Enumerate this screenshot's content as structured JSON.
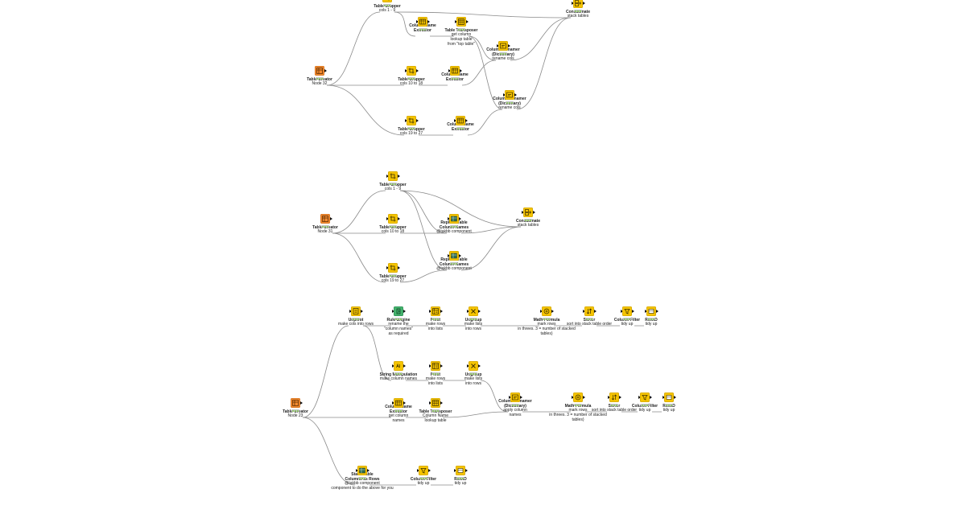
{
  "colors": {
    "background": "#ffffff",
    "link": "#8a8a8a",
    "node_default": "#f5c400",
    "node_source": "#f28a30",
    "node_manipulator": "#44b36d",
    "node_component": "#c9b98a"
  },
  "workflows": [
    {
      "nodes": [
        {
          "id": "w1_creator",
          "title": "Table Creator",
          "label": "Node 32",
          "icon": "table-creator-icon",
          "kind": "source"
        },
        {
          "id": "w1_crop1",
          "title": "Table Cropper",
          "label": "cols 1 - 9",
          "icon": "cropper-icon",
          "kind": "default"
        },
        {
          "id": "w1_cne1",
          "title": "Column Name\nExtractor",
          "label": "",
          "icon": "column-extractor-icon",
          "kind": "default"
        },
        {
          "id": "w1_transpose",
          "title": "Table Transposer",
          "label": "get column\nlookup table\nfrom \"top table\"",
          "icon": "transpose-icon",
          "kind": "default"
        },
        {
          "id": "w1_rename1",
          "title": "Column Renamer\n(Dictionary)",
          "label": "rename cols",
          "icon": "renamer-icon",
          "kind": "default"
        },
        {
          "id": "w1_concat",
          "title": "Concatenate",
          "label": "stack tables",
          "icon": "concatenate-icon",
          "kind": "default"
        },
        {
          "id": "w1_crop2",
          "title": "Table Cropper",
          "label": "cols 10 to 18",
          "icon": "cropper-icon",
          "kind": "default"
        },
        {
          "id": "w1_cne2",
          "title": "Column Name\nExtractor",
          "label": "",
          "icon": "column-extractor-icon",
          "kind": "default"
        },
        {
          "id": "w1_rename2",
          "title": "Column Renamer\n(Dictionary)",
          "label": "rename cols",
          "icon": "renamer-icon",
          "kind": "default"
        },
        {
          "id": "w1_crop3",
          "title": "Table Cropper",
          "label": "cols 19 to 27",
          "icon": "cropper-icon",
          "kind": "default"
        },
        {
          "id": "w1_cne3",
          "title": "Column Name\nExtractor",
          "label": "",
          "icon": "column-extractor-icon",
          "kind": "default"
        }
      ]
    },
    {
      "nodes": [
        {
          "id": "w2_creator",
          "title": "Table Creator",
          "label": "Node 31",
          "icon": "table-creator-icon",
          "kind": "source"
        },
        {
          "id": "w2_crop1",
          "title": "Table Cropper",
          "label": "cols 1 - 9",
          "icon": "cropper-icon",
          "kind": "default"
        },
        {
          "id": "w2_crop2",
          "title": "Table Cropper",
          "label": "cols 10 to 18",
          "icon": "cropper-icon",
          "kind": "default"
        },
        {
          "id": "w2_crop3",
          "title": "Table Cropper",
          "label": "cols 19 to 27",
          "icon": "cropper-icon",
          "kind": "default"
        },
        {
          "id": "w2_replace1",
          "title": "Replace Table\nColumn Names",
          "label": "@takbb component",
          "icon": "component-icon",
          "kind": "component"
        },
        {
          "id": "w2_replace2",
          "title": "Replace Table\nColumn Names",
          "label": "@takbb component",
          "icon": "component-icon",
          "kind": "component"
        },
        {
          "id": "w2_concat",
          "title": "Concatenate",
          "label": "stack tables",
          "icon": "concatenate-icon",
          "kind": "default"
        }
      ]
    },
    {
      "nodes": [
        {
          "id": "w3_creator",
          "title": "Table Creator",
          "label": "Node 23",
          "icon": "table-creator-icon",
          "kind": "source"
        },
        {
          "id": "w3_unpivot",
          "title": "Unpivot",
          "label": "make cols into rows",
          "icon": "unpivot-icon",
          "kind": "default"
        },
        {
          "id": "w3_rule",
          "title": "Rule Engine",
          "label": "rename the\n\"column names\"\nas required",
          "icon": "rule-engine-icon",
          "kind": "manipulator"
        },
        {
          "id": "w3_pivot1",
          "title": "Pivot",
          "label": "make rows\ninto lists",
          "icon": "pivot-icon",
          "kind": "default"
        },
        {
          "id": "w3_ungroup1",
          "title": "Ungroup",
          "label": "make lists\ninto rows",
          "icon": "ungroup-icon",
          "kind": "default"
        },
        {
          "id": "w3_math1",
          "title": "Math Formula",
          "label": "mark rows\nin threes. 3 = number of stacked\ntables)",
          "icon": "math-formula-icon",
          "kind": "default"
        },
        {
          "id": "w3_sorter1",
          "title": "Sorter",
          "label": "sort into stack table order",
          "icon": "sorter-icon",
          "kind": "default"
        },
        {
          "id": "w3_colfilter1",
          "title": "Column Filter",
          "label": "tidy up",
          "icon": "column-filter-icon",
          "kind": "default"
        },
        {
          "id": "w3_rowid1",
          "title": "RowID",
          "label": "tidy up",
          "icon": "rowid-icon",
          "kind": "default"
        },
        {
          "id": "w3_strmanip",
          "title": "String Manipulation",
          "label": "make column names",
          "icon": "string-manipulation-icon",
          "kind": "default"
        },
        {
          "id": "w3_pivot2",
          "title": "Pivot",
          "label": "make rows\ninto lists",
          "icon": "pivot-icon",
          "kind": "default"
        },
        {
          "id": "w3_ungroup2",
          "title": "Ungroup",
          "label": "make lists\ninto rows",
          "icon": "ungroup-icon",
          "kind": "default"
        },
        {
          "id": "w3_cne",
          "title": "Column Name\nExtractor",
          "label": "get column\nnames",
          "icon": "column-extractor-icon",
          "kind": "default"
        },
        {
          "id": "w3_transpose",
          "title": "Table Transposer",
          "label": "Column Name\nlookup table",
          "icon": "transpose-icon",
          "kind": "default"
        },
        {
          "id": "w3_renamer",
          "title": "Column Renamer\n(Dictionary)",
          "label": "apply column\nnames",
          "icon": "renamer-icon",
          "kind": "default"
        },
        {
          "id": "w3_math2",
          "title": "Math Formula",
          "label": "mark rows\nin threes. 3 = number of stacked\ntables)",
          "icon": "math-formula-icon",
          "kind": "default"
        },
        {
          "id": "w3_sorter2",
          "title": "Sorter",
          "label": "sort into stack table order",
          "icon": "sorter-icon",
          "kind": "default"
        },
        {
          "id": "w3_colfilter2",
          "title": "Column Filter",
          "label": "tidy up",
          "icon": "column-filter-icon",
          "kind": "default"
        },
        {
          "id": "w3_rowid2",
          "title": "RowID",
          "label": "tidy up",
          "icon": "rowid-icon",
          "kind": "default"
        },
        {
          "id": "w3_stack",
          "title": "Stack Table\nColumns as Rows",
          "label": "@takbb component\ncomponent to do the above for you",
          "icon": "component-icon",
          "kind": "component"
        },
        {
          "id": "w3_colfilter3",
          "title": "Column Filter",
          "label": "tidy up",
          "icon": "column-filter-icon",
          "kind": "default"
        },
        {
          "id": "w3_rowid3",
          "title": "RowID",
          "label": "tidy up",
          "icon": "rowid-icon",
          "kind": "default"
        }
      ]
    }
  ]
}
